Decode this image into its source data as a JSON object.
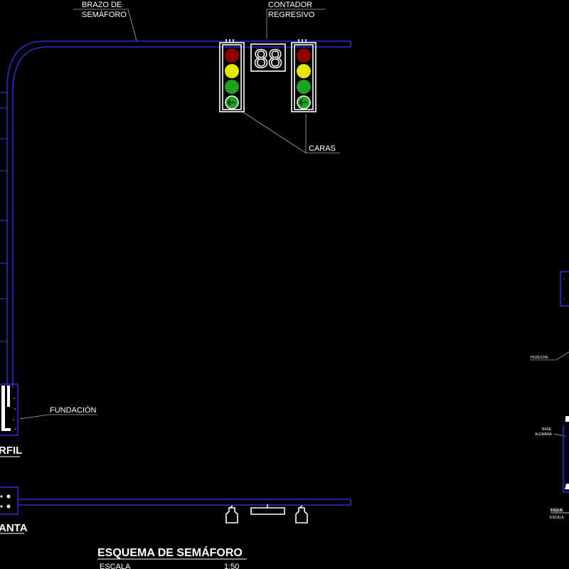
{
  "drawing": {
    "labels": {
      "arm_line1": "BRAZO  DE",
      "arm_line2": "SEMÁFORO",
      "counter_line1": "CONTADOR",
      "counter_line2": "REGRESIVO",
      "counter_display": "88",
      "faces": "CARAS",
      "foundation": "FUNDACIÓN",
      "profile_view": "RFIL",
      "plan_view": "ANTA",
      "right_pedestal": "PEDESTAL",
      "right_base_line1": "BASE",
      "right_base_line2": "ALEMANA",
      "right_title": "ESQUE",
      "right_scale": "ESCALA"
    },
    "title": {
      "text": "ESQUEMA DE SEMÁFORO",
      "scale_label": "ESCALA",
      "scale_value": "1:50"
    },
    "colors": {
      "background": "#000000",
      "structure_blue": "#2a2ec8",
      "light_red": "#8b0000",
      "light_yellow": "#e6e600",
      "light_green": "#1fa01f"
    }
  }
}
